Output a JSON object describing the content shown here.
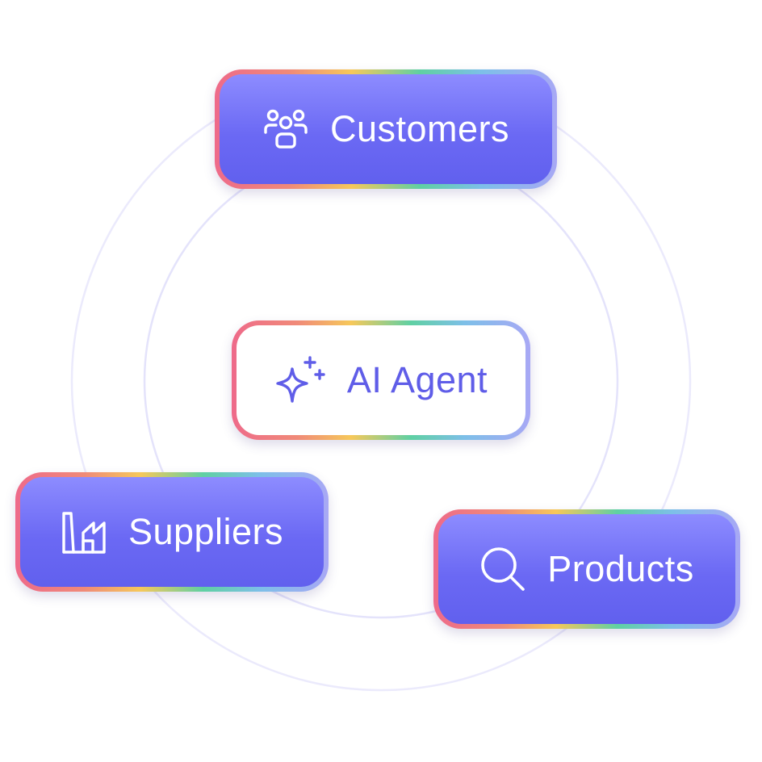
{
  "nodes": {
    "customers": {
      "label": "Customers",
      "icon": "users-group-icon"
    },
    "ai_agent": {
      "label": "AI Agent",
      "icon": "sparkles-icon"
    },
    "suppliers": {
      "label": "Suppliers",
      "icon": "factory-icon"
    },
    "products": {
      "label": "Products",
      "icon": "search-icon"
    }
  },
  "colors": {
    "node_fill": "#6b69f4",
    "node_text": "#ffffff",
    "agent_text": "#5f5de8",
    "ring": "#e4e3fb",
    "border_gradient": [
      "#ee6a8a",
      "#f08a78",
      "#f6c85a",
      "#5fd0a3",
      "#7dbfe8",
      "#a8a8f5"
    ]
  }
}
